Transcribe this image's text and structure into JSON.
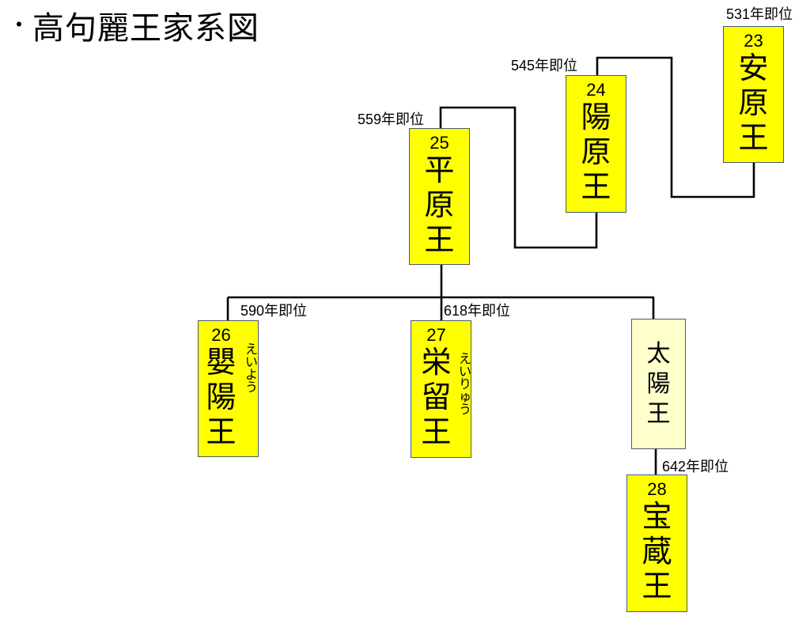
{
  "title": {
    "bullet": "・",
    "text": "高句麗王家系図"
  },
  "colors": {
    "king_box": "#ffff00",
    "non_king_box": "#ffffcc",
    "line": "#000000"
  },
  "kings": [
    {
      "id": "k23",
      "number": "23",
      "name": "安原王",
      "accession": "531年即位",
      "reading": ""
    },
    {
      "id": "k24",
      "number": "24",
      "name": "陽原王",
      "accession": "545年即位",
      "reading": ""
    },
    {
      "id": "k25",
      "number": "25",
      "name": "平原王",
      "accession": "559年即位",
      "reading": ""
    },
    {
      "id": "k26",
      "number": "26",
      "name": "嬰陽王",
      "accession": "590年即位",
      "reading": "えいよう"
    },
    {
      "id": "k27",
      "number": "27",
      "name": "栄留王",
      "accession": "618年即位",
      "reading": "えいりゅう"
    },
    {
      "id": "k28",
      "number": "28",
      "name": "宝蔵王",
      "accession": "642年即位",
      "reading": ""
    }
  ],
  "non_king": {
    "name": "太陽王"
  }
}
